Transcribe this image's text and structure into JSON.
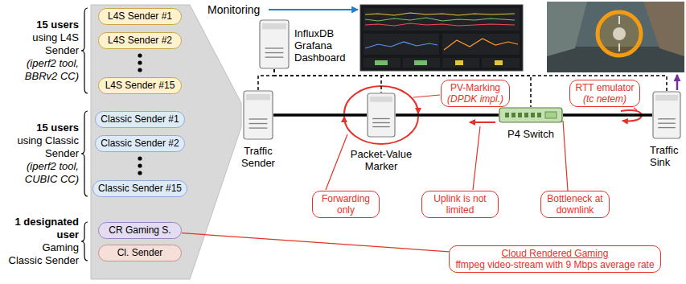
{
  "diagram": {
    "nodes": [
      {
        "text": [
          "L4S Sender #1"
        ]
      },
      {
        "text": [
          "L4S Sender #2"
        ]
      },
      {
        "text": [
          "L4S Sender #15"
        ]
      },
      {
        "text": [
          "Classic Sender #1"
        ]
      },
      {
        "text": [
          "Classic Sender #2"
        ]
      },
      {
        "text": [
          "Classic Sender #15"
        ]
      },
      {
        "text": [
          "CR Gaming S."
        ]
      },
      {
        "text": [
          "Cl. Sender"
        ]
      },
      {
        "text": [
          "Monitoring",
          "InfluxDB Grafana Dashboard"
        ]
      },
      {
        "text": [
          "Traffic Sender"
        ]
      },
      {
        "text": [
          "Packet-Value Marker"
        ]
      },
      {
        "text": [
          "P4 Switch"
        ]
      },
      {
        "text": [
          "Traffic Sink"
        ]
      },
      {
        "text": [
          "PV-Marking",
          "(DPDK impl.)"
        ]
      },
      {
        "text": [
          "RTT emulator",
          "(tc netem)"
        ]
      },
      {
        "text": [
          "Forwarding only"
        ]
      },
      {
        "text": [
          "Uplink is not limited"
        ]
      },
      {
        "text": [
          "Bottleneck at downlink"
        ]
      },
      {
        "text": [
          "Cloud Rendered Gaming",
          "ffmpeg video-stream with 9 Mbps average rate"
        ]
      }
    ],
    "edges": [
      {
        "from": 9,
        "to": 10,
        "arrow": "none"
      },
      {
        "from": 10,
        "to": 11,
        "arrow": "none"
      },
      {
        "from": 11,
        "to": 12,
        "arrow": "none"
      },
      {
        "from": 8,
        "to": 9,
        "arrow": "none"
      },
      {
        "from": 8,
        "to": 10,
        "arrow": "none"
      },
      {
        "from": 8,
        "to": 11,
        "arrow": "none"
      },
      {
        "from": 8,
        "to": 12,
        "arrow": "none"
      },
      {
        "from": 17,
        "to": 11,
        "arrow": "none"
      },
      {
        "from": 18,
        "to": 6,
        "arrow": "none"
      }
    ],
    "labels": [
      "15 users",
      "using L4S Sender",
      "(iperf2 tool, BBRv2 CC)",
      "15 users",
      "using Classic Sender",
      "(iperf2 tool, CUBIC CC)",
      "1 designated user",
      "Gaming Classic Sender"
    ]
  }
}
